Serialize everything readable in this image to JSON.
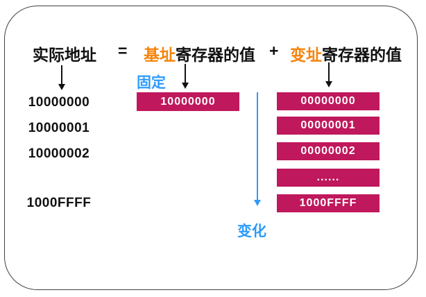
{
  "colors": {
    "magenta": "#C0185C",
    "orange": "#F5840C",
    "blue": "#2E9BFA",
    "black": "#111111"
  },
  "equation": {
    "actual_address": "实际地址",
    "equals": "=",
    "base_highlight": "基址",
    "base_rest": "寄存器的值",
    "plus": "+",
    "index_highlight": "变址",
    "index_rest": "寄存器的值"
  },
  "labels": {
    "fixed": "固定",
    "changing": "变化"
  },
  "actual_addresses": [
    "10000000",
    "10000001",
    "10000002",
    "1000FFFF"
  ],
  "base_register": {
    "value": "10000000"
  },
  "index_register": {
    "values": [
      "00000000",
      "00000001",
      "00000002",
      "......",
      "1000FFFF"
    ]
  }
}
